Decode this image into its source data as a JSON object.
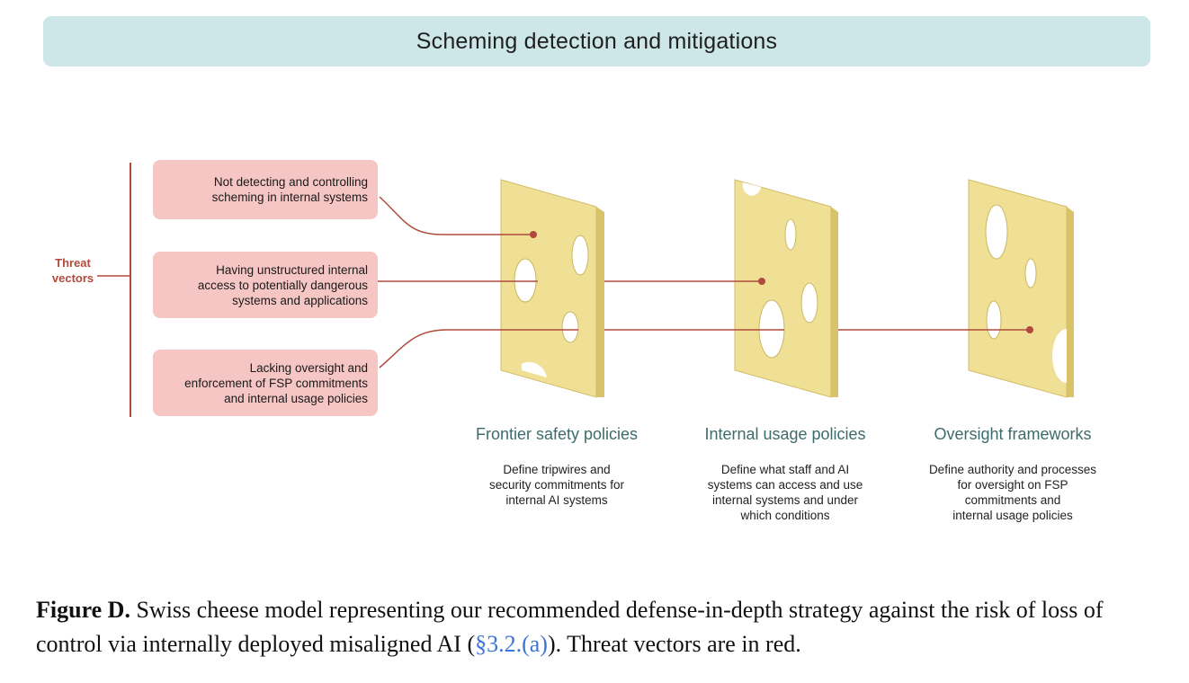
{
  "banner": {
    "title": "Scheming detection and mitigations"
  },
  "threats": {
    "label": "Threat\nvectors",
    "items": [
      {
        "text": "Not detecting and controlling\nscheming in internal systems"
      },
      {
        "text": "Having unstructured internal\naccess to potentially dangerous\nsystems and applications"
      },
      {
        "text": "Lacking oversight and\nenforcement of FSP commitments\nand internal usage policies"
      }
    ]
  },
  "layers": [
    {
      "title": "Frontier safety policies",
      "description": "Define tripwires and\nsecurity commitments for\ninternal AI systems"
    },
    {
      "title": "Internal usage policies",
      "description": "Define what staff and AI\nsystems can access and use\ninternal systems and under\nwhich conditions"
    },
    {
      "title": "Oversight frameworks",
      "description": "Define authority and processes\nfor oversight on FSP\ncommitments and\ninternal usage policies"
    }
  ],
  "caption": {
    "figure_label": "Figure D.",
    "text_before_link": " Swiss cheese model representing our recommended defense-in-depth strategy against the risk of loss of control via internally deployed misaligned AI (",
    "link_text": "§3.2.(a)",
    "text_after_link": "). Threat vectors are in red."
  },
  "colors": {
    "threat_red": "#b14a3c",
    "threat_box": "#f5c6c4",
    "cheese_face": "#f0e095",
    "cheese_edge": "#d9c36a",
    "banner": "#cde7e9",
    "layer_title": "#3d6b6b",
    "link": "#3b76d8"
  }
}
